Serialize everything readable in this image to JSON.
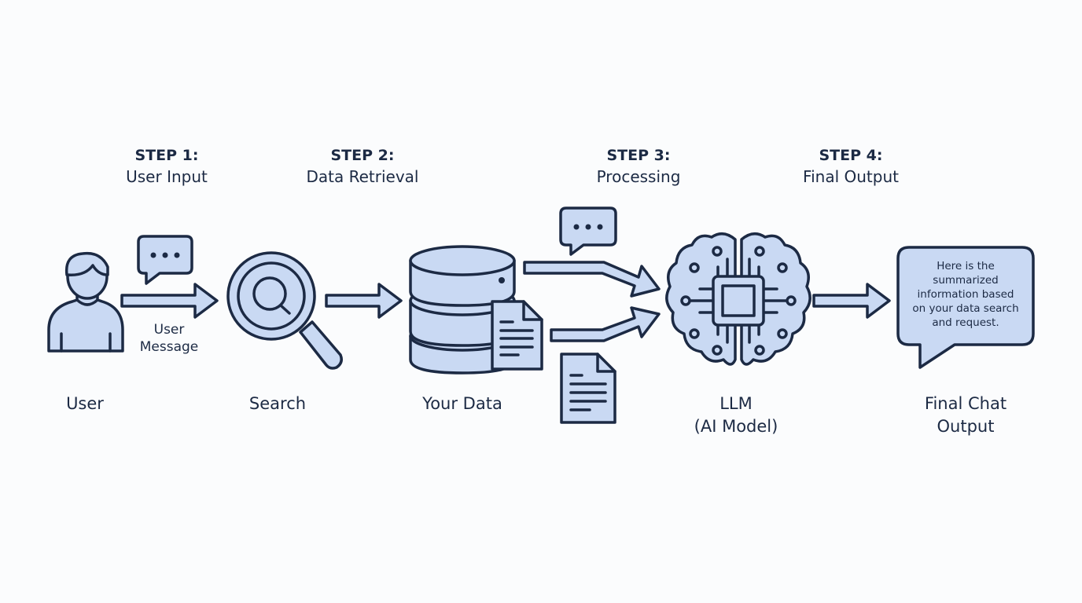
{
  "steps": [
    {
      "number": "STEP 1:",
      "title": "User Input"
    },
    {
      "number": "STEP 2:",
      "title": "Data Retrieval"
    },
    {
      "number": "STEP 3:",
      "title": "Processing"
    },
    {
      "number": "STEP 4:",
      "title": "Final Output"
    }
  ],
  "nodes": {
    "user": "User",
    "search": "Search",
    "your_data": "Your Data",
    "llm_line1": "LLM",
    "llm_line2": "(AI Model)",
    "final_line1": "Final Chat",
    "final_line2": "Output"
  },
  "edge_labels": {
    "user_message_line1": "User",
    "user_message_line2": "Message"
  },
  "output_bubble": {
    "lines": [
      "Here is the",
      "summarized",
      "information based",
      "on your data search",
      "and request."
    ]
  },
  "icons": [
    "user-icon",
    "chat-bubble-icon",
    "magnifier-icon",
    "database-icon",
    "document-icon",
    "brain-chip-icon",
    "speech-bubble-icon",
    "arrow-icon"
  ],
  "colors": {
    "fill": "#c9d9f3",
    "stroke": "#1c2a44",
    "background": "#fbfcfd"
  }
}
